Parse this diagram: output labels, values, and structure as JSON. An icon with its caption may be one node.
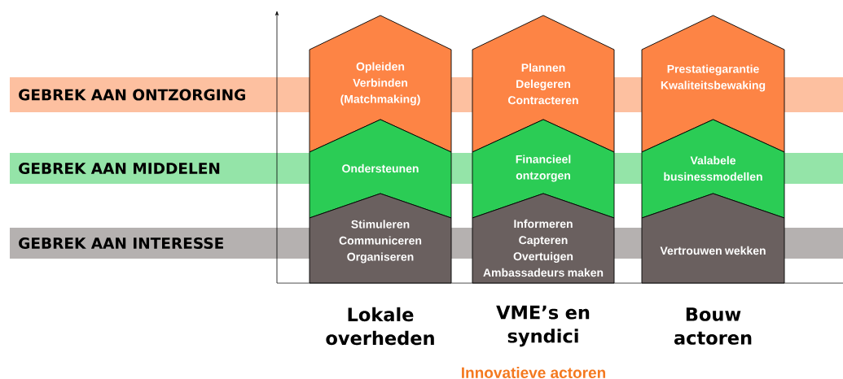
{
  "diagram": {
    "nodes": [
      {
        "text": [
          "GEBREK AAN ONTZORGING"
        ]
      },
      {
        "text": [
          "GEBREK AAN MIDDELEN"
        ]
      },
      {
        "text": [
          "GEBREK AAN INTERESSE"
        ]
      },
      {
        "text": [
          "Opleiden Verbinden (Matchmaking)"
        ]
      },
      {
        "text": [
          "Ondersteunen"
        ]
      },
      {
        "text": [
          "Stimuleren Communiceren Organiseren"
        ]
      },
      {
        "text": [
          "Plannen Delegeren Contracteren"
        ]
      },
      {
        "text": [
          "Financieel ontzorgen"
        ]
      },
      {
        "text": [
          "Informeren Capteren Overtuigen Ambassadeurs maken"
        ]
      },
      {
        "text": [
          "Prestatiegarantie Kwaliteitsbewaking"
        ]
      },
      {
        "text": [
          "Valabele businessmodellen"
        ]
      },
      {
        "text": [
          "Vertrouwen wekken"
        ]
      }
    ],
    "labels": [
      "Lokale overheden",
      "VME’s en syndici",
      "Bouw actoren",
      "Innovatieve actoren"
    ]
  }
}
